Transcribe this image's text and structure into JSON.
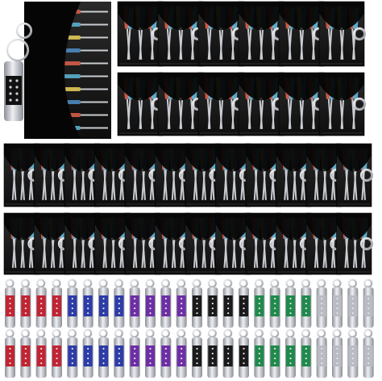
{
  "image": {
    "subject": "screwdriver-keychain-set-product-photo",
    "colors": {
      "background": "#ffffff",
      "pouch": "#151515",
      "pouch_flap": "#050505",
      "pouch_sheen": "#3a3a3a",
      "metal": "#c9ccd1",
      "metal_dark": "#8b8f96",
      "ring": "#d8dbe0"
    },
    "screwdriver_handle_colors": [
      "#e0614c",
      "#5fb8d8",
      "#ecd45a",
      "#4f90c8"
    ],
    "flashlight_band_colors": [
      "#c22433",
      "#2d3ca8",
      "#6e2fa6",
      "#1b1b1b",
      "#1f8a4c",
      "#b9bcc2"
    ],
    "flashlights_per_color": 4,
    "flashlight_rows": 2
  }
}
